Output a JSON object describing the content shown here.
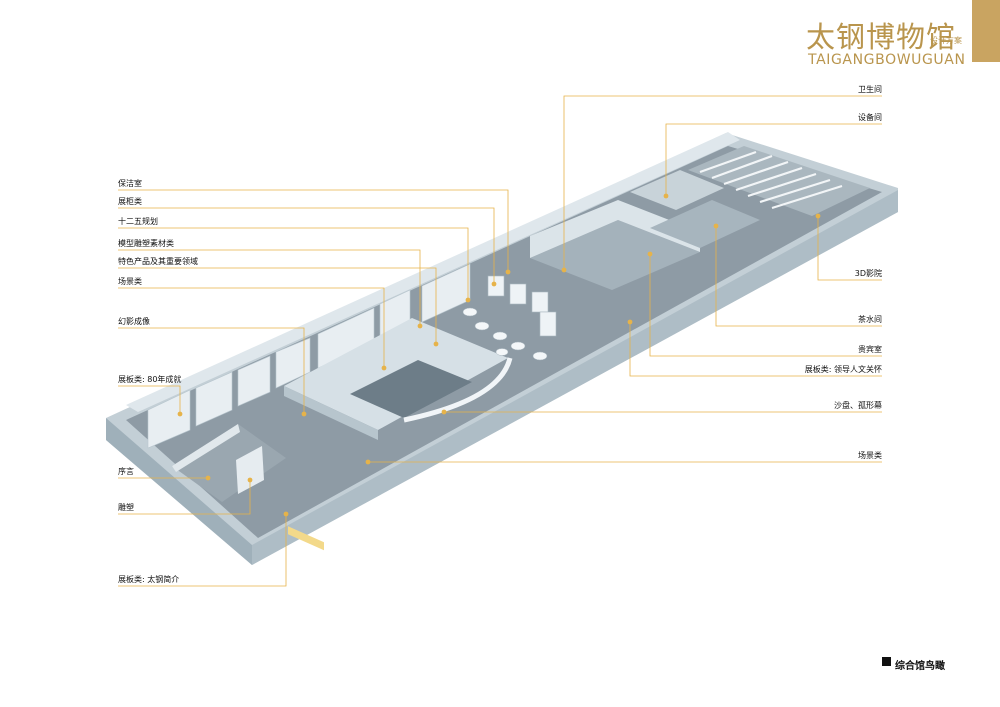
{
  "brand": {
    "title": "太钢博物馆",
    "subtitle": "设计方案",
    "romanized": "TAIGANGBOWUGUAN"
  },
  "view_title": "综合馆鸟瞰",
  "colors": {
    "accent_gold": "#c9a461",
    "leader_line": "#e6b34a",
    "floor": "#8b98a2",
    "wall": "#cfd9df"
  },
  "labels": {
    "left": [
      "保洁室",
      "展柜类",
      "十二五规划",
      "模型雕塑素材类",
      "特色产品及其重要领域",
      "场景类",
      "幻影成像",
      "展板类: 80年成就",
      "序言",
      "雕塑",
      "展板类: 太钢简介"
    ],
    "right": [
      "卫生间",
      "设备间",
      "3D影院",
      "茶水间",
      "贵宾室",
      "展板类: 领导人文关怀",
      "沙盘、孤形幕",
      "场景类"
    ]
  }
}
